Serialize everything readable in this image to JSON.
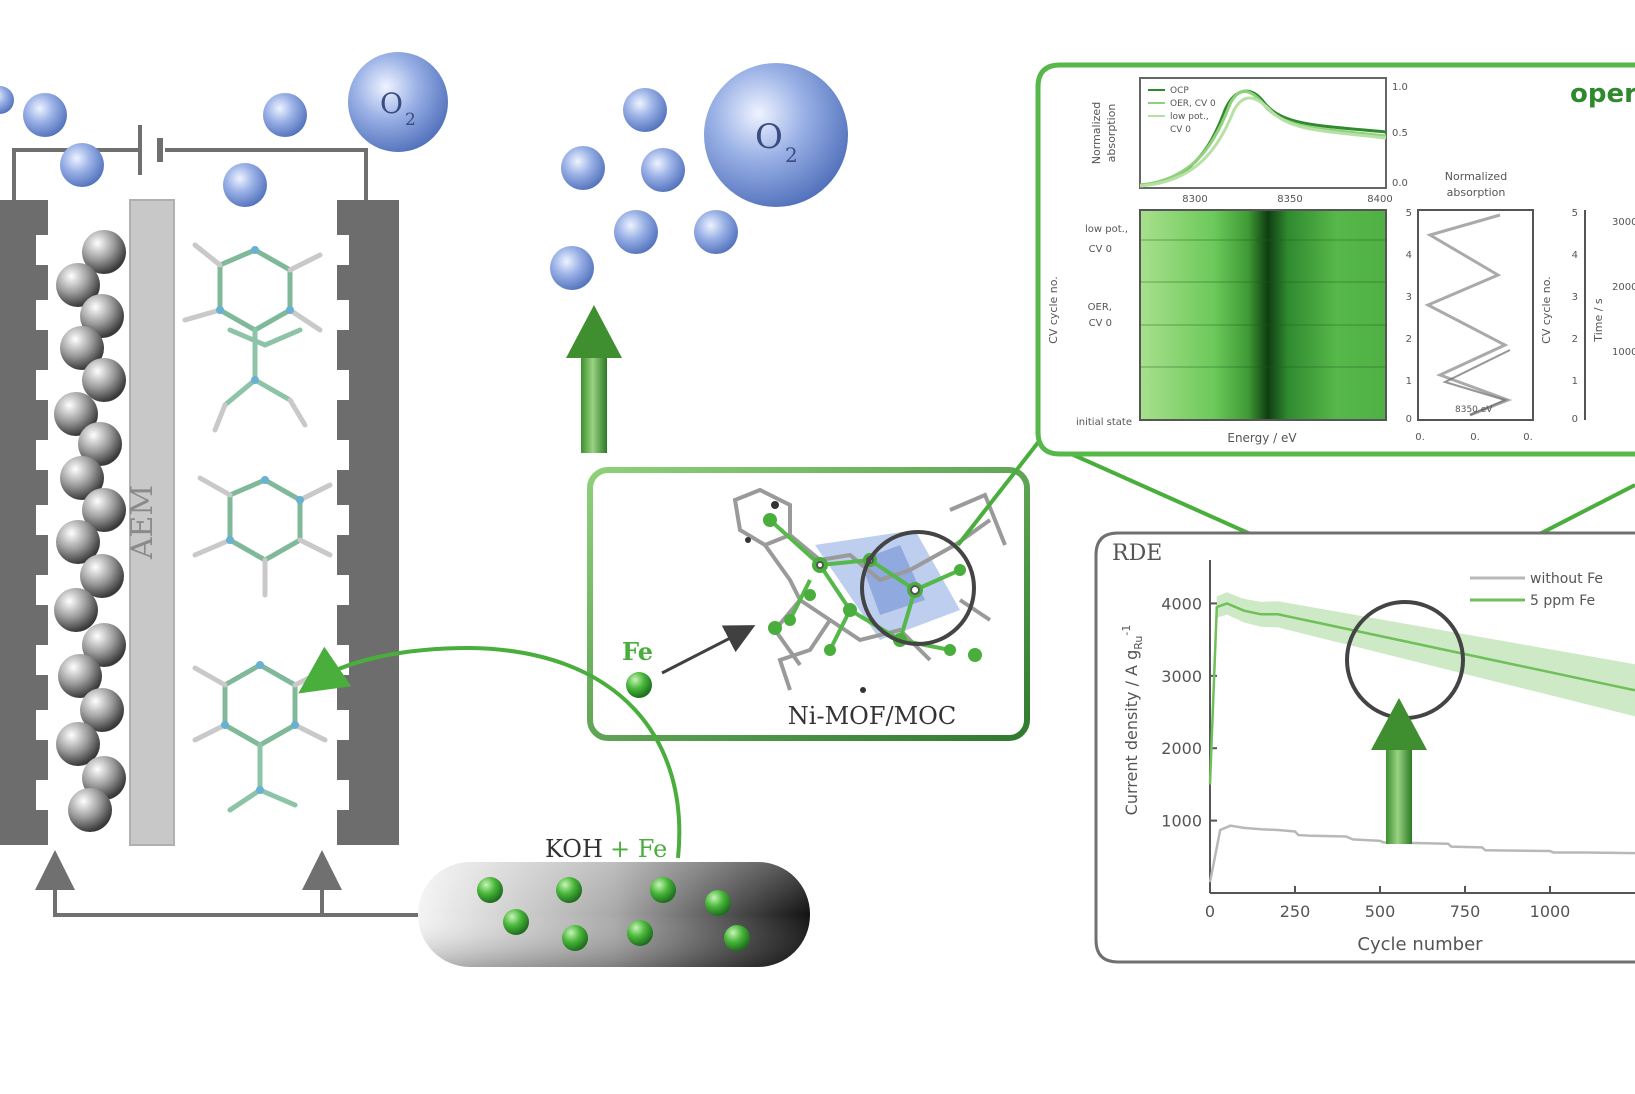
{
  "labels": {
    "o2_large_left": "O",
    "o2_large_left_sub": "2",
    "o2_large_center": "O",
    "o2_large_center_sub": "2",
    "membrane": "AEM",
    "fe": "Fe",
    "catalyst": "Ni-MOF/MOC",
    "electrolyte_koh": "KOH",
    "electrolyte_plus_fe": "+ Fe",
    "operando_title": "oper"
  },
  "xas_panel": {
    "legend": [
      "OCP",
      "OER, CV 0",
      "low pot.,",
      "CV 0"
    ],
    "ylabel_line1": "Normalized",
    "ylabel_line2": "absorption",
    "xticks": [
      "8300",
      "8350",
      "8400"
    ],
    "yticks_right": [
      "1.0",
      "0.5",
      "0.0"
    ],
    "heatmap_row_labels": [
      "low pot.,",
      "CV 0",
      "OER,",
      "CV 0",
      "initial state"
    ],
    "heatmap_ylabel": "CV cycle no.",
    "heatmap_xlabel": "Energy / eV",
    "side_title_line1": "Normalized",
    "side_title_line2": "absorption",
    "side_yticks": [
      "5",
      "4",
      "3",
      "2",
      "1",
      "0"
    ],
    "side_xticks": [
      "0.",
      "0.",
      "0."
    ],
    "side_legend": "8350 eV",
    "far_ylabel_1": "CV cycle no.",
    "far_ylabel_2": "Time / s",
    "far_yticks": [
      "5",
      "4",
      "3",
      "2",
      "1",
      "0"
    ],
    "far_right_ticks": [
      "3000",
      "2000",
      "1000"
    ]
  },
  "chart_data": {
    "type": "line",
    "title": "RDE",
    "xlabel": "Cycle number",
    "ylabel": "Current density / A g",
    "ylabel_sub": "Ru",
    "ylabel_sup": "-1",
    "xlim": [
      0,
      1250
    ],
    "ylim": [
      0,
      4600
    ],
    "xticks": [
      0,
      250,
      500,
      750,
      1000
    ],
    "yticks": [
      1000,
      2000,
      3000,
      4000
    ],
    "series": [
      {
        "name": "without Fe",
        "color": "#b8b8b8",
        "x": [
          0,
          30,
          60,
          100,
          150,
          200,
          250,
          260,
          300,
          400,
          420,
          500,
          510,
          600,
          700,
          710,
          800,
          810,
          900,
          1000,
          1010,
          1100,
          1250
        ],
        "y": [
          150,
          870,
          930,
          900,
          880,
          870,
          850,
          800,
          790,
          780,
          740,
          720,
          700,
          690,
          680,
          640,
          630,
          590,
          585,
          580,
          560,
          560,
          550
        ]
      },
      {
        "name": "5 ppm Fe",
        "color": "#6fbf5a",
        "x": [
          0,
          20,
          50,
          100,
          150,
          200,
          250,
          300,
          350,
          400,
          450,
          500,
          550,
          600,
          650,
          700,
          750,
          800,
          850,
          900,
          950,
          1000,
          1050,
          1100,
          1150,
          1200,
          1250
        ],
        "y": [
          1500,
          3950,
          4000,
          3900,
          3850,
          3850,
          3800,
          3750,
          3700,
          3650,
          3600,
          3550,
          3500,
          3450,
          3400,
          3350,
          3300,
          3250,
          3200,
          3150,
          3100,
          3050,
          3000,
          2950,
          2900,
          2850,
          2800
        ],
        "band": 230
      }
    ]
  },
  "colors": {
    "green_dark": "#2f8a2f",
    "green_mid": "#57b84a",
    "green_light": "#8fd07a",
    "electrode": "#6d6d6d",
    "membrane": "#c8c8c8",
    "bubble": "#6f8fcf",
    "wire": "#707070"
  },
  "icons": {
    "o2_bubble": "circle-gradient",
    "fe_ion": "green-sphere",
    "arrow_up": "green-arrow"
  }
}
